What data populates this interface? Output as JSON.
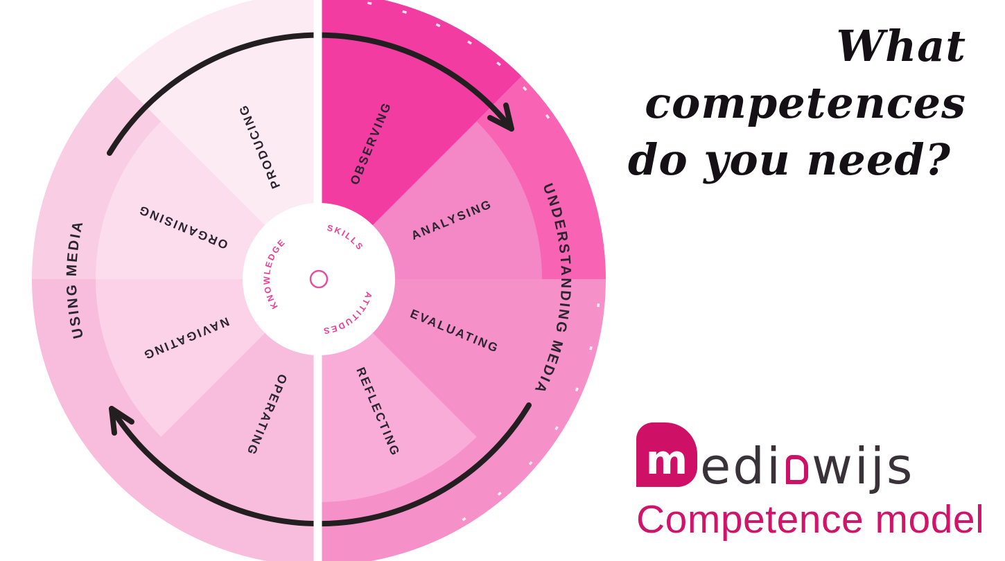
{
  "title": {
    "line1": "What competences",
    "line2": "do you need?",
    "color": "#141016"
  },
  "wheel": {
    "segments": [
      {
        "label": "OBSERVING",
        "color": "#f23ca1"
      },
      {
        "label": "ANALYSING",
        "color": "#f487c5"
      },
      {
        "label": "EVALUATING",
        "color": "#f590c8"
      },
      {
        "label": "REFLECTING",
        "color": "#f9acd7"
      },
      {
        "label": "OPERATING",
        "color": "#f8bcdc"
      },
      {
        "label": "NAVIGATING",
        "color": "#fbd2e7"
      },
      {
        "label": "ORGANISING",
        "color": "#fcdded"
      },
      {
        "label": "PRODUCING",
        "color": "#fdebf4"
      }
    ],
    "ring": {
      "right_upper": "#f963b4",
      "right_lower": "#f590c8",
      "left_lower": "#f8bcdc",
      "left_upper": "#f9cde4",
      "label_right": "UNDERSTANDING MEDIA",
      "label_left": "USING MEDIA"
    },
    "center": {
      "labels": [
        "SKILLS",
        "KNOWLEDGE",
        "ATTITUDES"
      ],
      "text_color": "#ef3e92",
      "dot_color": "#ea4d9b"
    },
    "label_color": "#2a2430",
    "arrow_color": "#231f20"
  },
  "logo": {
    "m": "m",
    "part1": "edi",
    "part2": "wijs",
    "subtitle": "Competence model",
    "badge_color": "#ce1166",
    "text_color": "#393339",
    "subtitle_color": "#d01469"
  }
}
